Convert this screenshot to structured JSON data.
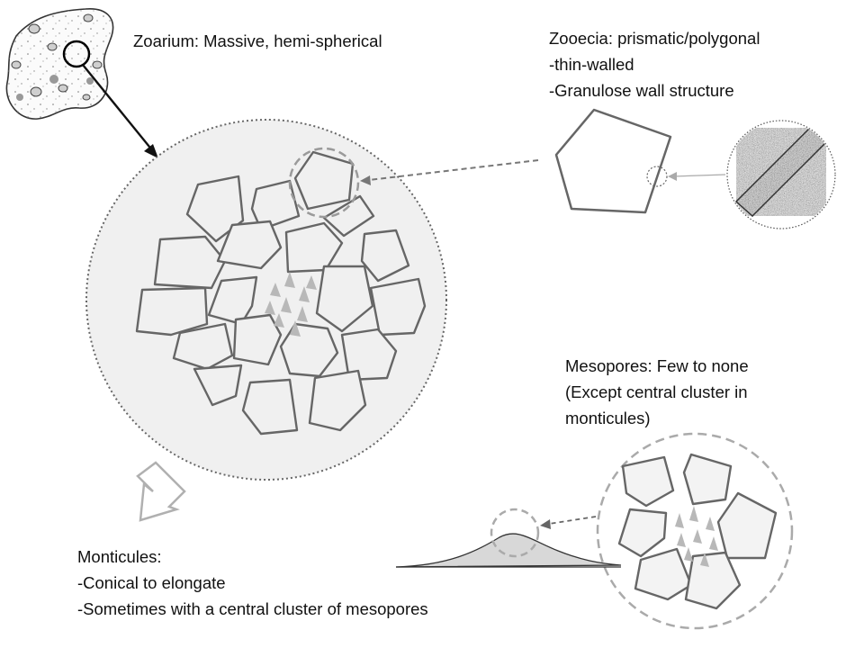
{
  "zoarium": {
    "text": "Zoarium: Massive, hemi-spherical"
  },
  "zooecia": {
    "title": "Zooecia: prismatic/polygonal",
    "line1": "-thin-walled",
    "line2": "-Granulose wall structure"
  },
  "mesopores": {
    "line1": "Mesopores: Few to none",
    "line2": "(Except central cluster in",
    "line3": "monticules)"
  },
  "monticules": {
    "title": "Monticules:",
    "line1": "-Conical to elongate",
    "line2": "-Sometimes with a central cluster of mesopores"
  },
  "colors": {
    "stroke": "#666666",
    "fill_light": "#f0f0f0",
    "mesopore": "#b8b8b8",
    "arrow_dark": "#111111",
    "arrow_light": "#aaaaaa"
  }
}
